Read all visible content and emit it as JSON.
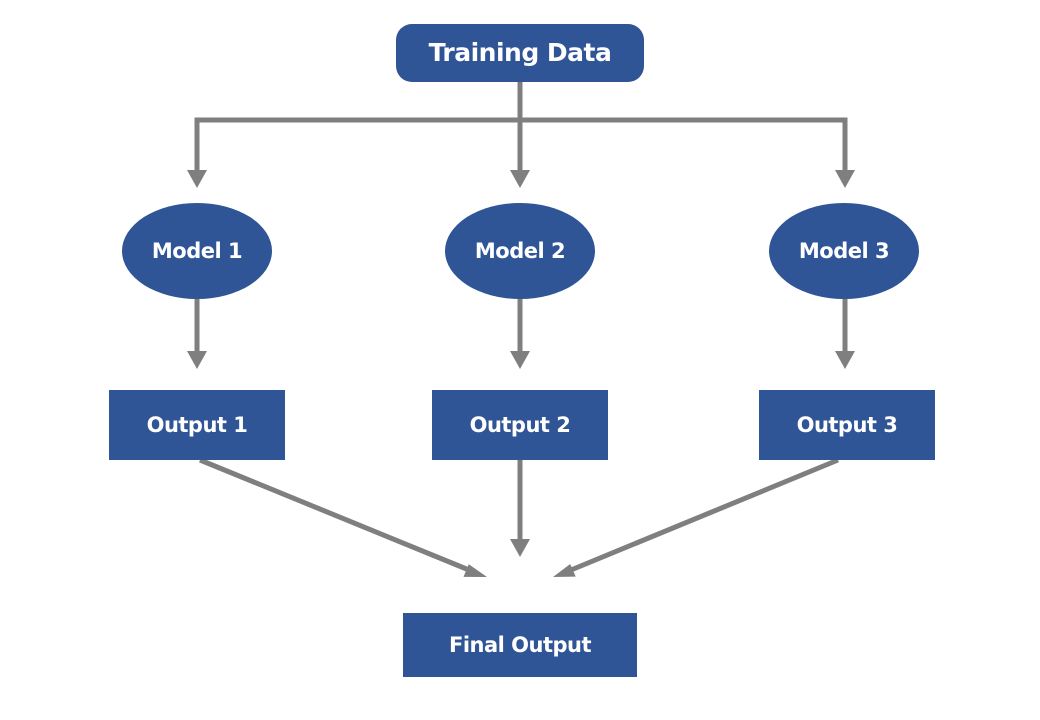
{
  "colors": {
    "node_fill": "#2f5597",
    "edge": "#7f7f7f",
    "text": "#ffffff",
    "background": "#ffffff"
  },
  "nodes": {
    "training_data": {
      "label": "Training Data",
      "shape": "rounded-rectangle"
    },
    "model_1": {
      "label": "Model 1",
      "shape": "ellipse"
    },
    "model_2": {
      "label": "Model 2",
      "shape": "ellipse"
    },
    "model_3": {
      "label": "Model 3",
      "shape": "ellipse"
    },
    "output_1": {
      "label": "Output 1",
      "shape": "rectangle"
    },
    "output_2": {
      "label": "Output 2",
      "shape": "rectangle"
    },
    "output_3": {
      "label": "Output 3",
      "shape": "rectangle"
    },
    "final_output": {
      "label": "Final Output",
      "shape": "rectangle"
    }
  },
  "edges": [
    {
      "from": "training_data",
      "to": "model_1"
    },
    {
      "from": "training_data",
      "to": "model_2"
    },
    {
      "from": "training_data",
      "to": "model_3"
    },
    {
      "from": "model_1",
      "to": "output_1"
    },
    {
      "from": "model_2",
      "to": "output_2"
    },
    {
      "from": "model_3",
      "to": "output_3"
    },
    {
      "from": "output_1",
      "to": "final_output"
    },
    {
      "from": "output_2",
      "to": "final_output"
    },
    {
      "from": "output_3",
      "to": "final_output"
    }
  ]
}
